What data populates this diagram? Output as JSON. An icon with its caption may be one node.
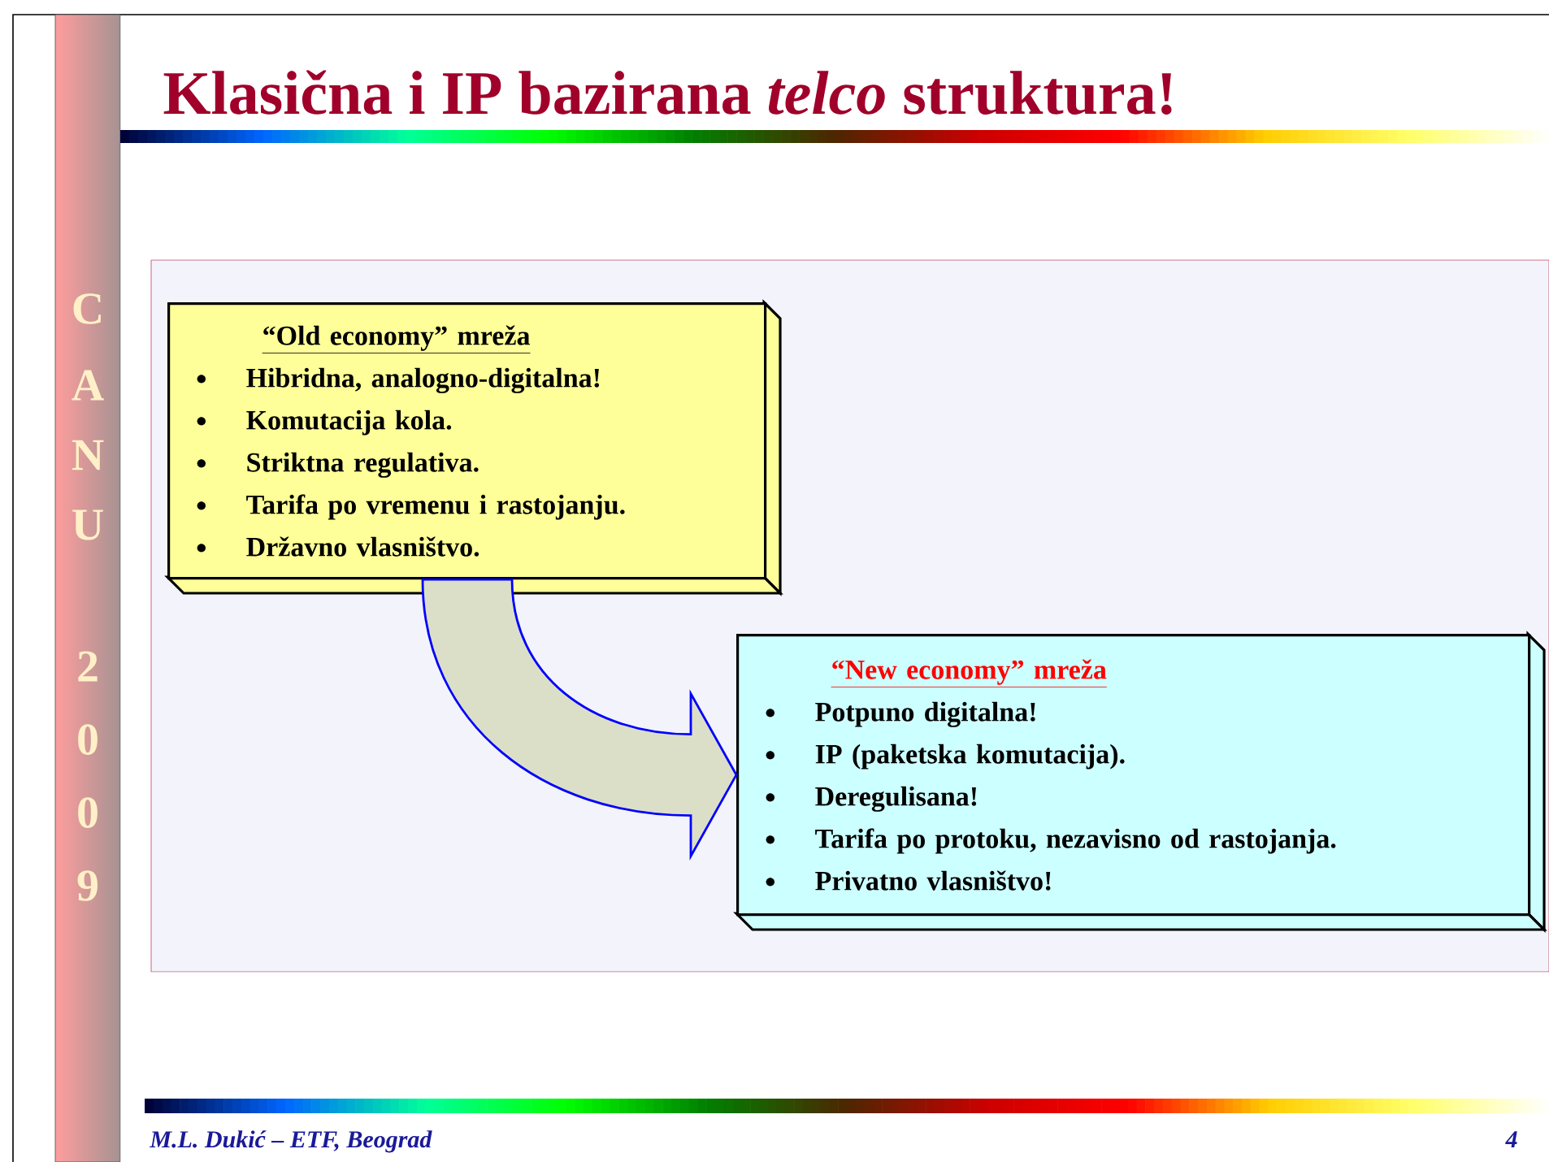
{
  "diagram": {
    "title": "Klasična i IP bazirana *telco* struktura!",
    "nodes": [
      {
        "text": [
          "“Old economy” mreža",
          "Hibridna, analogno-digitalna!",
          "Komutacija kola.",
          "Striktna regulativa.",
          "Tarifa po vremenu i rastojanju.",
          "Državno vlasništvo."
        ]
      },
      {
        "text": [
          "“New economy” mreža",
          "Potpuno digitalna!",
          "IP (paketska komutacija).",
          "Deregulisana!",
          "Tarifa po protoku, nezavisno od rastojanja.",
          "Privatno vlasništvo!"
        ]
      }
    ],
    "edges": [
      {
        "from": 0,
        "to": 1,
        "arrow": "to"
      }
    ],
    "labels": [
      "C",
      "A",
      "N",
      "U",
      "2",
      "0",
      "0",
      "9",
      "M.L. Dukić – ETF, Beograd",
      "4"
    ]
  }
}
